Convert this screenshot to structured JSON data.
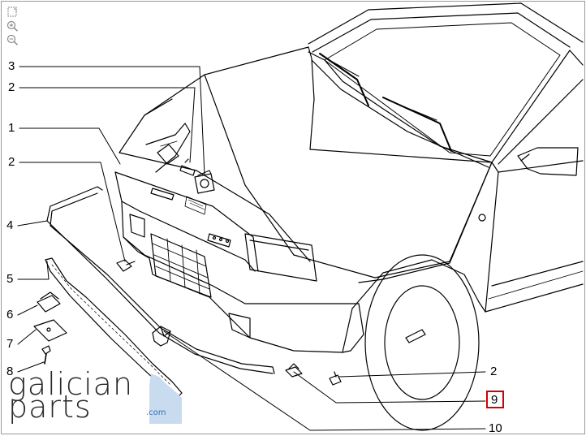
{
  "viewer": {
    "zoom_tools": [
      {
        "name": "fit-icon",
        "shape": "fit"
      },
      {
        "name": "zoom-in-icon",
        "shape": "plus"
      },
      {
        "name": "zoom-out-icon",
        "shape": "minus"
      }
    ]
  },
  "callouts": {
    "c3": "3",
    "c2a": "2",
    "c1": "1",
    "c2b": "2",
    "c4": "4",
    "c5": "5",
    "c6": "6",
    "c7": "7",
    "c8": "8",
    "c2c": "2",
    "c9": "9",
    "c10": "10"
  },
  "highlighted_part": "9",
  "colors": {
    "line": "#000000",
    "highlight": "#d40000",
    "logo_text": "#2a2a2a",
    "logo_accent": "#3b6fb0",
    "logo_mark": "#c9dcef"
  },
  "logo": {
    "word1": "galician",
    "word2": "parts",
    "suffix": ".com"
  }
}
